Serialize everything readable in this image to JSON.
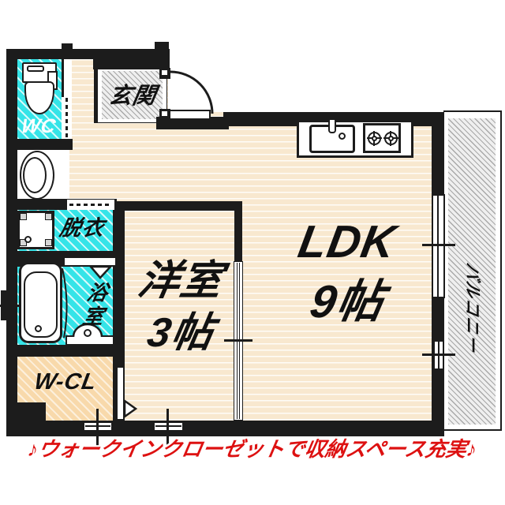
{
  "floorplan": {
    "rooms": {
      "wc": {
        "label": "WC"
      },
      "entrance": {
        "label": "玄関"
      },
      "dressing": {
        "label": "脱衣"
      },
      "bath": {
        "label": "浴室"
      },
      "walkin_closet": {
        "label": "W-CL"
      },
      "western_room": {
        "label": "洋室",
        "size": "3帖"
      },
      "ldk": {
        "label": "LDK",
        "size": "9帖"
      },
      "balcony": {
        "label": "バルコニー"
      }
    },
    "caption": "♪ウォークインクローゼットで収納スペース充実♪",
    "colors": {
      "wall": "#1c1c1c",
      "wet_area_cyan": "#35e4e8",
      "flooring_cream": "#f8e8cf",
      "closet_peach": "#f8d9ab",
      "hatch_gray": "#a9a9a9",
      "caption_red": "#dd1111"
    }
  }
}
